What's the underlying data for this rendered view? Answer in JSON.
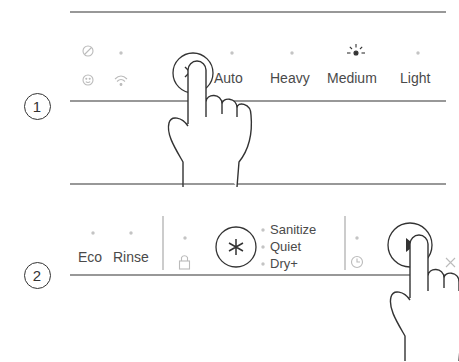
{
  "diagram": {
    "nodes": [
      {
        "text": [
          "1"
        ]
      },
      {
        "text": [
          "2"
        ]
      }
    ],
    "labels": [
      "Auto",
      "Heavy",
      "Medium",
      "Light",
      "Eco",
      "Rinse",
      "Sanitize",
      "Quiet",
      "Dry+"
    ]
  }
}
